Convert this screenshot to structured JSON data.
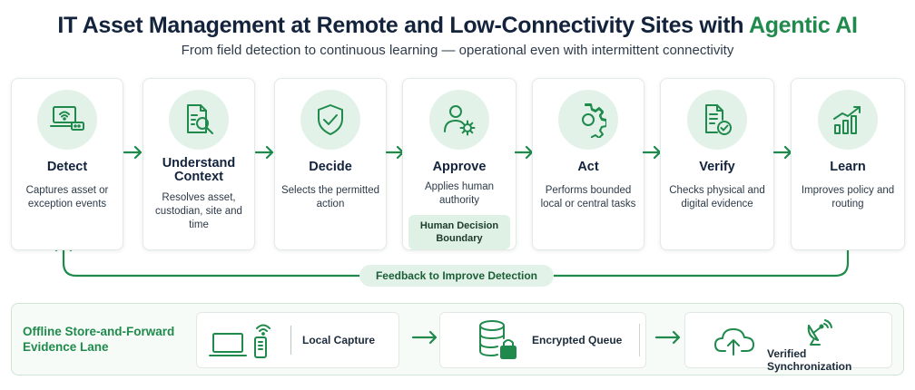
{
  "header": {
    "title_main": "IT Asset Management at Remote and Low-Connectivity Sites with",
    "title_accent": "Agentic AI",
    "subtitle": "From field detection to continuous learning — operational even with intermittent connectivity"
  },
  "steps": [
    {
      "title": "Detect",
      "description": "Captures asset or exception events",
      "icon": "laptop-wifi-icon"
    },
    {
      "title": "Understand Context",
      "description": "Resolves asset, custodian, site and time",
      "icon": "document-search-icon"
    },
    {
      "title": "Decide",
      "description": "Selects the permitted action",
      "icon": "shield-check-icon"
    },
    {
      "title": "Approve",
      "description": "Applies human authority",
      "badge": "Human Decision Boundary",
      "icon": "person-gear-icon"
    },
    {
      "title": "Act",
      "description": "Performs bounded local or central tasks",
      "icon": "gear-icon"
    },
    {
      "title": "Verify",
      "description": "Checks physical and digital evidence",
      "icon": "document-check-icon"
    },
    {
      "title": "Learn",
      "description": "Improves policy and routing",
      "icon": "bar-chart-up-icon"
    }
  ],
  "feedback_label": "Feedback to Improve Detection",
  "lane": {
    "title": "Offline Store-and-Forward Evidence Lane",
    "items": [
      {
        "label": "Local Capture",
        "icon": "laptop-phone-wifi-icon"
      },
      {
        "label": "Encrypted Queue",
        "icon": "database-lock-icon"
      },
      {
        "label": "Verified Synchronization",
        "icon": "cloud-upload-satellite-icon"
      }
    ]
  },
  "colors": {
    "accent_green": "#1f8a4c",
    "title_navy": "#14233c",
    "icon_circle": "#e3f2e8"
  }
}
